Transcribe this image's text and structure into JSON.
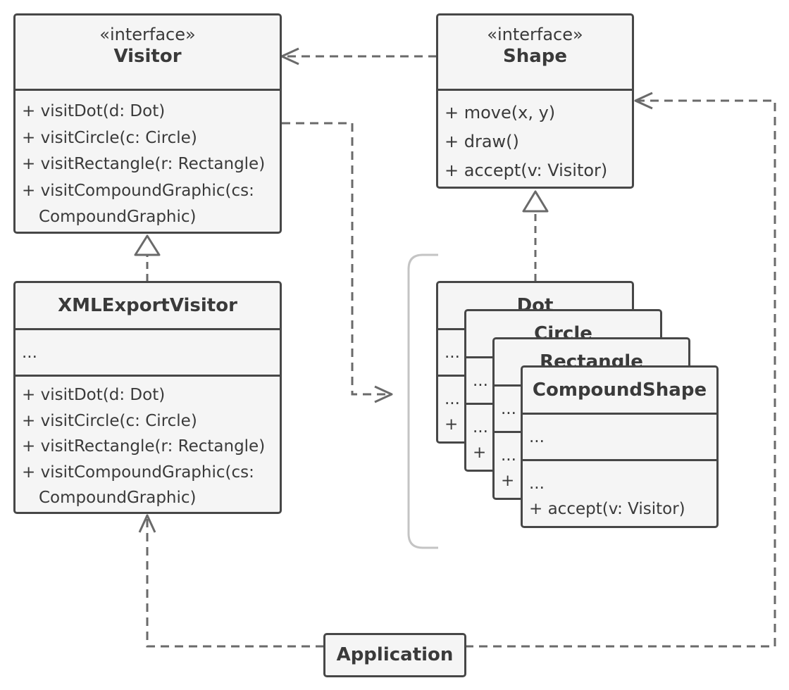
{
  "visitor": {
    "stereotype": "«interface»",
    "name": "Visitor",
    "methods": [
      "+ visitDot(d: Dot)",
      "+ visitCircle(c: Circle)",
      "+ visitRectangle(r: Rectangle)",
      "+ visitCompoundGraphic(cs:",
      "CompoundGraphic)"
    ]
  },
  "shape": {
    "stereotype": "«interface»",
    "name": "Shape",
    "methods": [
      "+ move(x, y)",
      "+ draw()",
      "+ accept(v: Visitor)"
    ]
  },
  "xml_export_visitor": {
    "name": "XMLExportVisitor",
    "fields": "...",
    "methods": [
      "+ visitDot(d: Dot)",
      "+ visitCircle(c: Circle)",
      "+ visitRectangle(r: Rectangle)",
      "+ visitCompoundGraphic(cs:",
      "CompoundGraphic)"
    ]
  },
  "dot": {
    "name": "Dot",
    "fields": "...",
    "method_dots": "...",
    "method_clip": "+ a"
  },
  "circle": {
    "name": "Circle",
    "fields": "...",
    "method_dots": "...",
    "method_clip": "+ a"
  },
  "rectangle": {
    "name": "Rectangle",
    "fields": "...",
    "method_dots": "...",
    "method_clip": "+ a"
  },
  "compound_shape": {
    "name": "CompoundShape",
    "fields": "...",
    "method_dots": "...",
    "method": "+ accept(v: Visitor)"
  },
  "application": {
    "name": "Application"
  },
  "colors": {
    "border": "#474747",
    "fill": "#f5f5f5",
    "text": "#3a3a3a",
    "connector": "#6a6a6a",
    "bracket": "#c4c4c4"
  }
}
